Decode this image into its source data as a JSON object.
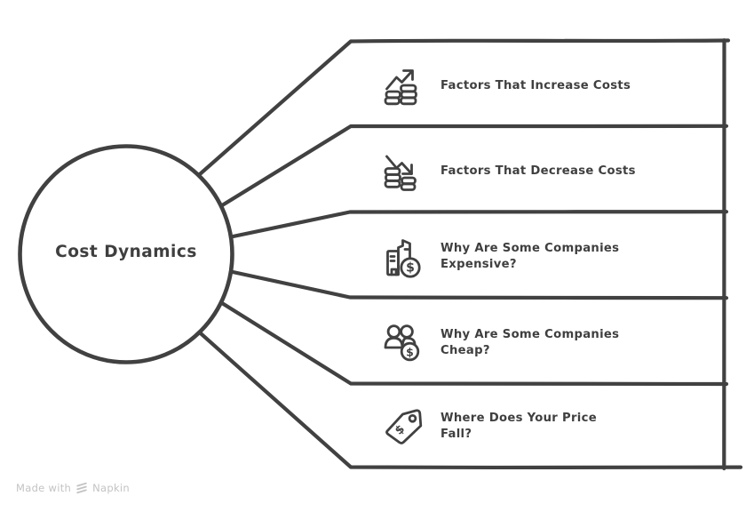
{
  "title": "Cost Dynamics",
  "branches": [
    {
      "label": "Factors That Increase Costs",
      "icon": "trend-up-coins-icon"
    },
    {
      "label": "Factors That Decrease Costs",
      "icon": "trend-down-coins-icon"
    },
    {
      "label": "Why Are Some Companies\nExpensive?",
      "icon": "building-dollar-icon"
    },
    {
      "label": "Why Are Some Companies\nCheap?",
      "icon": "people-dollar-icon"
    },
    {
      "label": "Where Does Your Price\nFall?",
      "icon": "price-tag-icon"
    }
  ],
  "watermark": {
    "text": "Made with",
    "brand": "Napkin"
  },
  "glyphs": {
    "dollar": "$"
  },
  "colors": {
    "stroke": "#414141",
    "text": "#3F3F3F",
    "watermark": "#C3C3C3",
    "background": "#FFFFFF"
  }
}
